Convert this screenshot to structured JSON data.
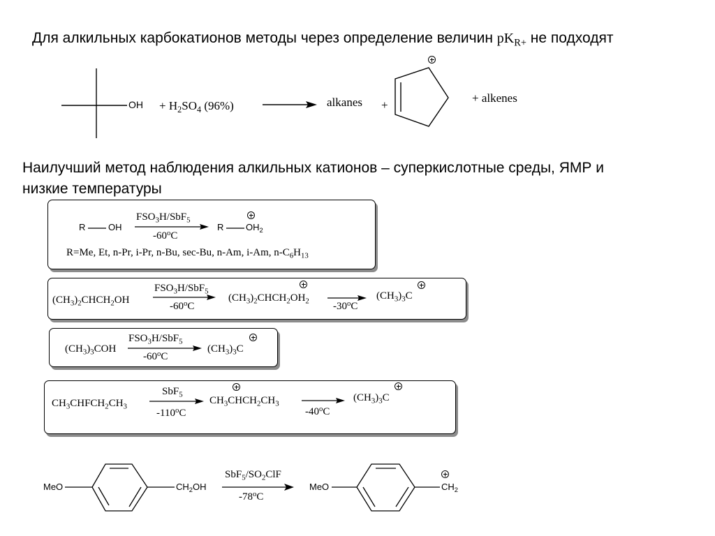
{
  "heading1": {
    "text": "Для алкильных карбокатионов методы через определение величин",
    "pk": "pK",
    "pk_sub": "R+",
    "tail": "не подходят"
  },
  "reaction1": {
    "oh": "OH",
    "reagent_plus": "+ H",
    "reagent_sub1": "2",
    "reagent_mid": "SO",
    "reagent_sub2": "4",
    "reagent_tail": " (96%)",
    "alkanes": "alkanes",
    "plus": "+",
    "alkenes": "+ alkenes"
  },
  "heading2": {
    "line1": "Наилучший метод наблюдения алкильных катионов – суперкислотные среды, ЯМР и",
    "line2": "низкие температуры"
  },
  "box1": {
    "r_left": "R",
    "oh_left": "OH",
    "reagent_a": "FSO",
    "reagent_a_sub": "3",
    "reagent_b": "H/SbF",
    "reagent_b_sub": "5",
    "temp_a": "-60",
    "temp_sup": "o",
    "temp_b": "C",
    "r_right": "R",
    "oh2": "OH",
    "oh2_sub": "2",
    "r_list": "R=Me, Et, n-Pr, i-Pr, n-Bu, sec-Bu, n-Am, i-Am, n-C",
    "r_list_sub1": "6",
    "r_list_mid": "H",
    "r_list_sub2": "13"
  },
  "box2": {
    "start_a": "(CH",
    "start_sub1": "3",
    "start_b": ")",
    "start_sub2": "2",
    "start_c": "CHCH",
    "start_sub3": "2",
    "start_d": "OH",
    "reagent_a": "FSO",
    "reagent_a_sub": "3",
    "reagent_b": "H/SbF",
    "reagent_b_sub": "5",
    "temp1_a": "-60",
    "temp1_sup": "o",
    "temp1_b": "C",
    "mid_a": "(CH",
    "mid_sub1": "3",
    "mid_b": ")",
    "mid_sub2": "2",
    "mid_c": "CHCH",
    "mid_sub3": "2",
    "mid_d": "OH",
    "mid_sub4": "2",
    "temp2_a": "-30",
    "temp2_sup": "o",
    "temp2_b": "C",
    "end_a": "(CH",
    "end_sub1": "3",
    "end_b": ")",
    "end_sub2": "3",
    "end_c": "C"
  },
  "box3": {
    "start_a": "(CH",
    "start_sub1": "3",
    "start_b": ")",
    "start_sub2": "3",
    "start_c": "COH",
    "reagent_a": "FSO",
    "reagent_a_sub": "3",
    "reagent_b": "H/SbF",
    "reagent_b_sub": "5",
    "temp_a": "-60",
    "temp_sup": "o",
    "temp_b": "C",
    "end_a": "(CH",
    "end_sub1": "3",
    "end_b": ")",
    "end_sub2": "3",
    "end_c": "C"
  },
  "box4": {
    "start_a": "CH",
    "start_sub1": "3",
    "start_b": "CHFCH",
    "start_sub2": "2",
    "start_c": "CH",
    "start_sub3": "3",
    "reagent_a": "SbF",
    "reagent_a_sub": "5",
    "temp1_a": "-110",
    "temp1_sup": "o",
    "temp1_b": "C",
    "mid_a": "CH",
    "mid_sub1": "3",
    "mid_b": "CHCH",
    "mid_sub2": "2",
    "mid_c": "CH",
    "mid_sub3": "3",
    "temp2_a": "-40",
    "temp2_sup": "o",
    "temp2_b": "C",
    "end_a": "(CH",
    "end_sub1": "3",
    "end_b": ")",
    "end_sub2": "3",
    "end_c": "C"
  },
  "reaction5": {
    "meo_left": "MeO",
    "ch2oh_a": "CH",
    "ch2oh_sub": "2",
    "ch2oh_b": "OH",
    "reagent_a": "SbF",
    "reagent_a_sub": "5",
    "reagent_b": "/SO",
    "reagent_b_sub": "2",
    "reagent_c": "ClF",
    "temp_a": "-78",
    "temp_sup": "o",
    "temp_b": "C",
    "meo_right": "MeO",
    "ch2_a": "CH",
    "ch2_sub": "2"
  }
}
